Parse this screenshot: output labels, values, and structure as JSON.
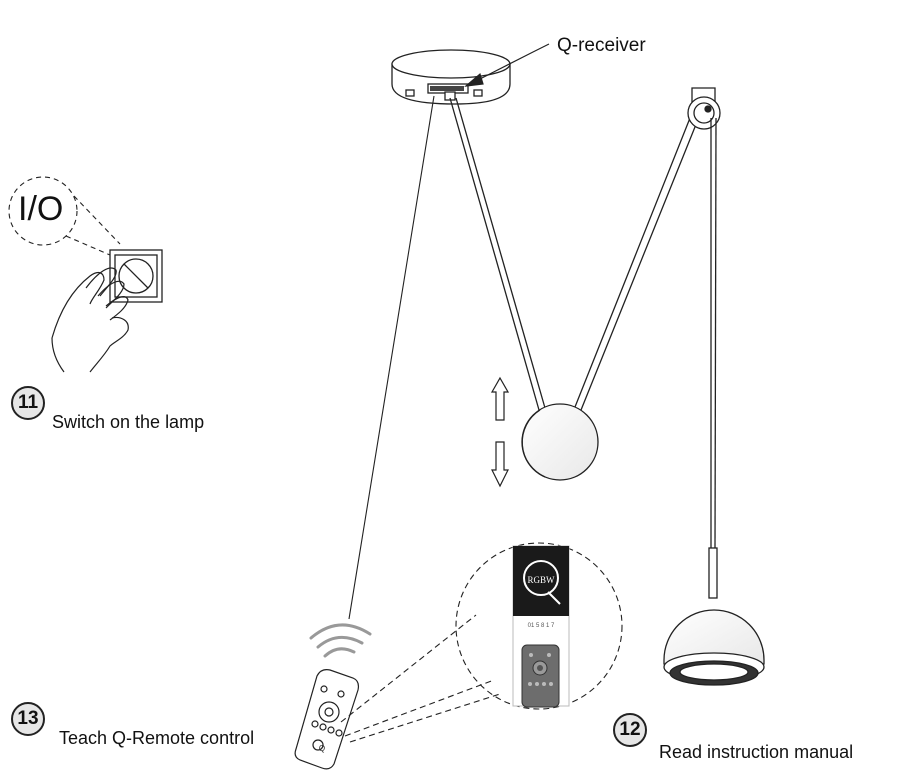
{
  "callouts": {
    "receiver": "Q-receiver",
    "switch_symbol": "I/O"
  },
  "steps": [
    {
      "number": "11",
      "label": "Switch on the lamp"
    },
    {
      "number": "12",
      "label": "Read instruction manual"
    },
    {
      "number": "13",
      "label": "Teach Q-Remote control"
    }
  ],
  "manual": {
    "brand_letter": "Q",
    "product": "RGBW",
    "code": "01 5 8 1 7"
  },
  "remote": {
    "logo": "Q"
  },
  "icons": [
    "light-switch-icon",
    "hand-icon",
    "wifi-signal-icon",
    "arrow-up-icon",
    "arrow-down-icon",
    "remote-control-icon",
    "manual-booklet-icon"
  ]
}
